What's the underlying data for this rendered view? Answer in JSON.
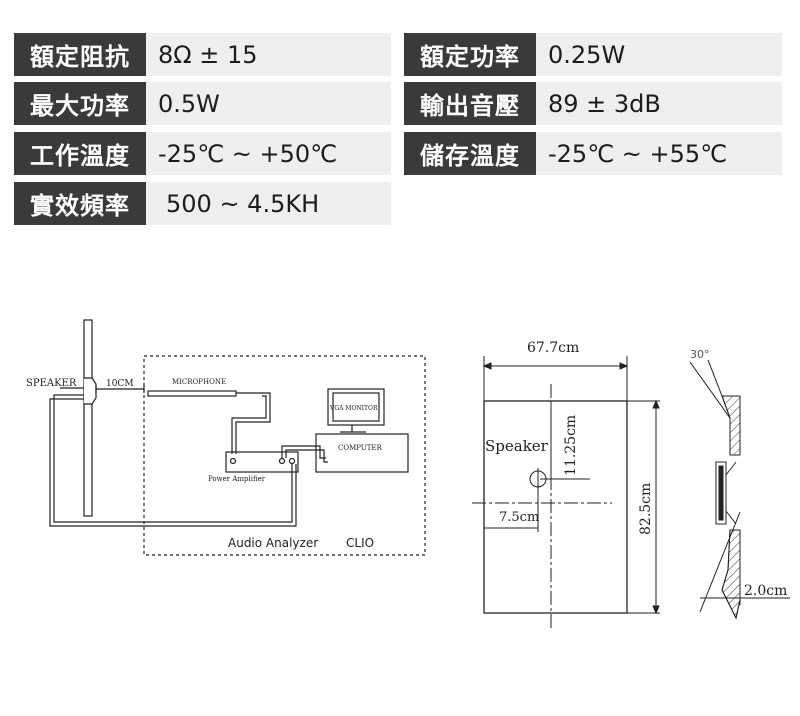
{
  "specs": [
    {
      "label": "額定阻抗",
      "value": "8Ω ± 15"
    },
    {
      "label": "額定功率",
      "value": "0.25W"
    },
    {
      "label": "最大功率",
      "value": "0.5W"
    },
    {
      "label": "輸出音壓",
      "value": "89 ± 3dB"
    },
    {
      "label": "工作溫度",
      "value": "-25℃ ~ +50℃"
    },
    {
      "label": "儲存溫度",
      "value": "-25℃ ~ +55℃"
    },
    {
      "label": "實效頻率",
      "value": "500 ~ 4.5KH"
    }
  ],
  "setup_diagram": {
    "speaker": "SPEAKER",
    "distance": "10CM",
    "microphone": "MICROPHONE",
    "monitor": "VGA MONITOR",
    "computer": "COMPUTER",
    "amplifier": "Power Amplifier",
    "analyzer": "Audio Analyzer",
    "analyzer_model": "CLIO"
  },
  "baffle_diagram": {
    "width": "67.7cm",
    "height": "82.5cm",
    "offset_vertical": "11.25cm",
    "offset_horizontal": "7.5cm",
    "speaker_label": "Speaker"
  },
  "section_diagram": {
    "angle": "30°",
    "thickness": "2.0cm"
  }
}
